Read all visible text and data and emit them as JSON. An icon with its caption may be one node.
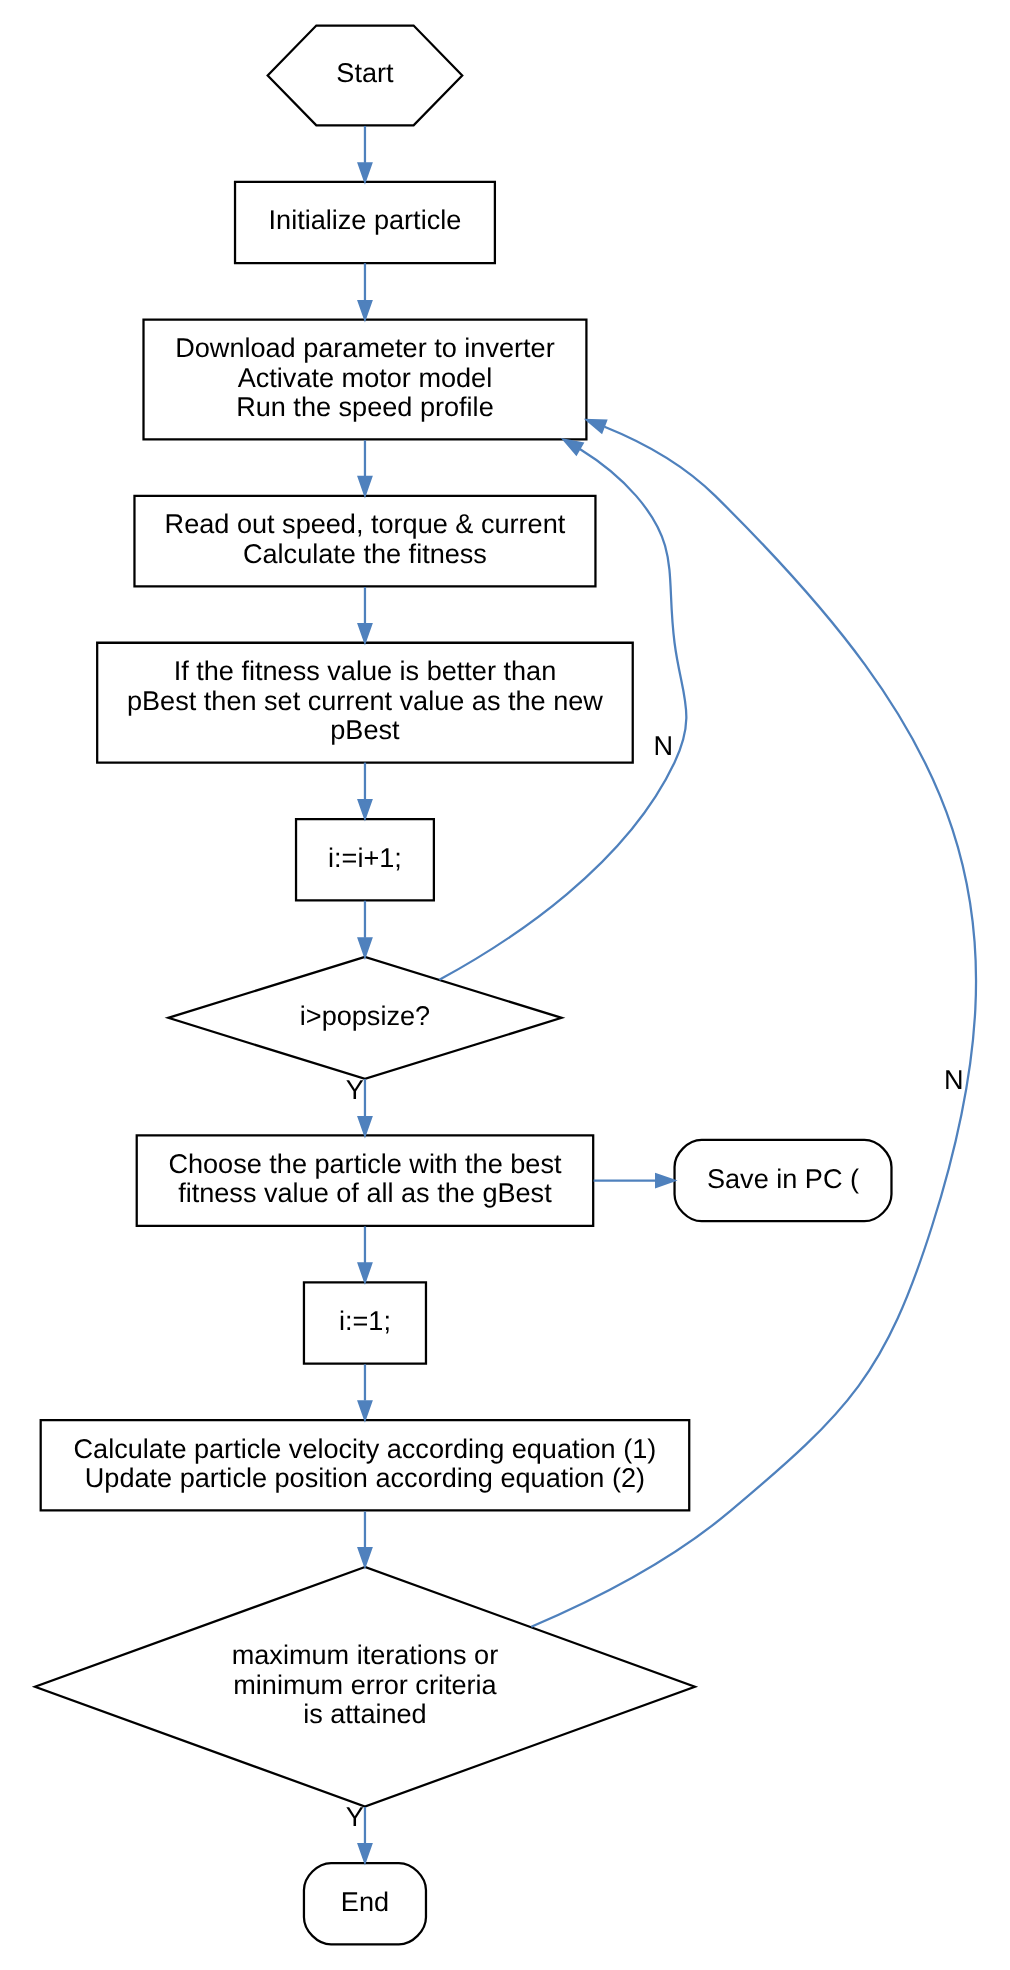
{
  "diagram": {
    "nodes": [
      {
        "text": [
          "Start"
        ]
      },
      {
        "text": [
          "Initialize particle"
        ]
      },
      {
        "text": [
          "Download parameter to inverter",
          "Activate motor model",
          "Run the speed profile"
        ]
      },
      {
        "text": [
          "Read out speed, torque & current",
          "Calculate the fitness"
        ]
      },
      {
        "text": [
          "If the fitness value is better than pBest then set current value as the new pBest"
        ]
      },
      {
        "text": [
          "i:=i+1;"
        ]
      },
      {
        "text": [
          "i>popsize?"
        ]
      },
      {
        "text": [
          "Choose the particle with the best fitness value of all as the gBest"
        ]
      },
      {
        "text": [
          "Save in PC ("
        ]
      },
      {
        "text": [
          "i:=1;"
        ]
      },
      {
        "text": [
          "Calculate particle velocity according equation (1)",
          "Update particle position according equation (2)"
        ]
      },
      {
        "text": [
          "maximum iterations or minimum error criteria is attained"
        ]
      },
      {
        "text": [
          "End"
        ]
      }
    ],
    "edges": [
      {
        "from": 0,
        "to": 1,
        "arrow": "to"
      },
      {
        "from": 1,
        "to": 2,
        "arrow": "to"
      },
      {
        "from": 2,
        "to": 3,
        "arrow": "to"
      },
      {
        "from": 3,
        "to": 4,
        "arrow": "to"
      },
      {
        "from": 4,
        "to": 5,
        "arrow": "to"
      },
      {
        "from": 5,
        "to": 6,
        "arrow": "to"
      },
      {
        "from": 6,
        "to": 2,
        "arrow": "to",
        "label": "N"
      },
      {
        "from": 6,
        "to": 7,
        "arrow": "to",
        "label": "Y"
      },
      {
        "from": 7,
        "to": 8,
        "arrow": "to"
      },
      {
        "from": 7,
        "to": 9,
        "arrow": "to"
      },
      {
        "from": 9,
        "to": 10,
        "arrow": "to"
      },
      {
        "from": 10,
        "to": 11,
        "arrow": "to"
      },
      {
        "from": 11,
        "to": 2,
        "arrow": "to",
        "label": "N"
      },
      {
        "from": 11,
        "to": 12,
        "arrow": "to",
        "label": "Y"
      }
    ]
  }
}
